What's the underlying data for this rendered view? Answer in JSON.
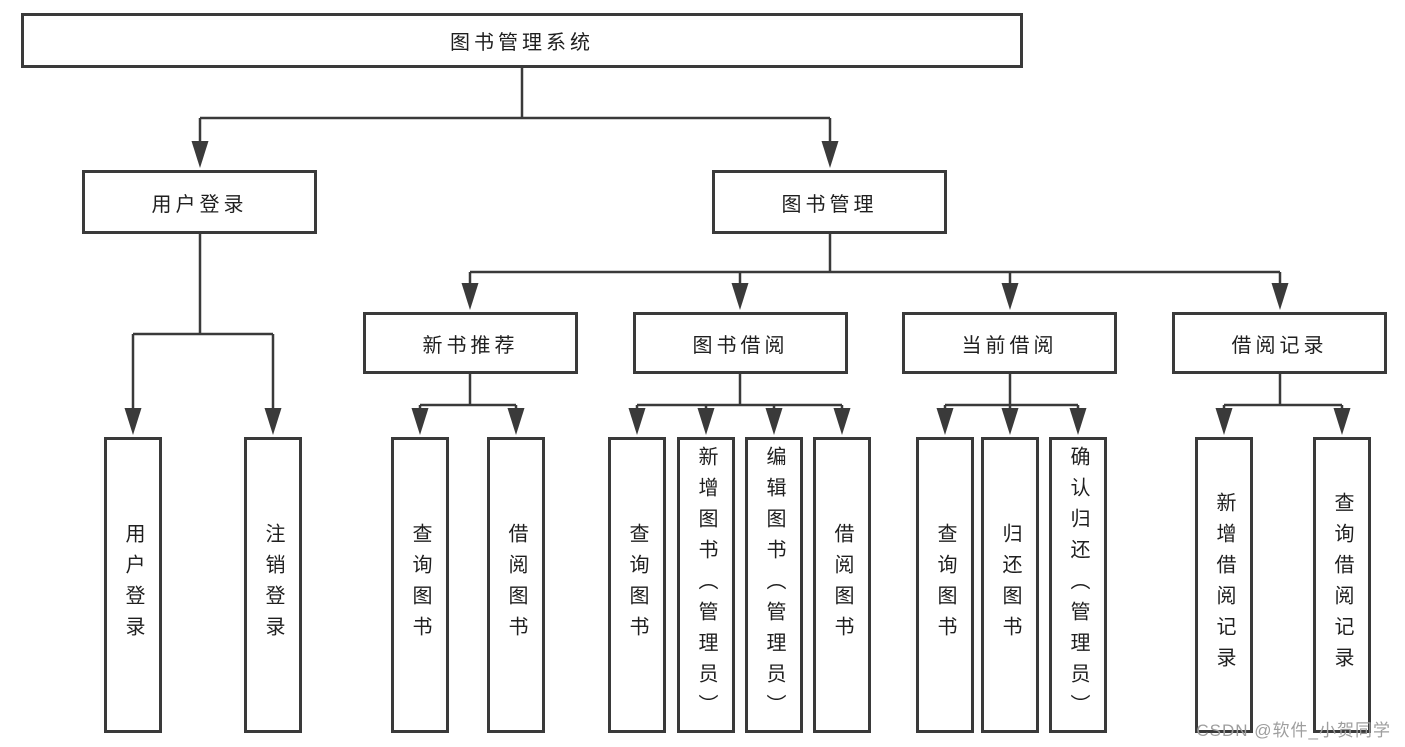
{
  "tree": {
    "root": "图书管理系统",
    "user_login": {
      "label": "用户登录",
      "leaves": [
        "用户登录",
        "注销登录"
      ]
    },
    "book_mgmt": {
      "label": "图书管理",
      "groups": [
        {
          "label": "新书推荐",
          "leaves": [
            "查询图书",
            "借阅图书"
          ]
        },
        {
          "label": "图书借阅",
          "leaves": [
            "查询图书",
            "新增图书（管理员）",
            "编辑图书（管理员）",
            "借阅图书"
          ]
        },
        {
          "label": "当前借阅",
          "leaves": [
            "查询图书",
            "归还图书",
            "确认归还（管理员）"
          ]
        },
        {
          "label": "借阅记录",
          "leaves": [
            "新增借阅记录",
            "查询借阅记录"
          ]
        }
      ]
    }
  },
  "watermark": "CSDN @软件_小贺同学",
  "colors": {
    "line": "#3a3a3a",
    "box_border": "#3a3a3a",
    "text": "#1f1f1f",
    "watermark": "#9e9e9e",
    "background": "#ffffff"
  }
}
